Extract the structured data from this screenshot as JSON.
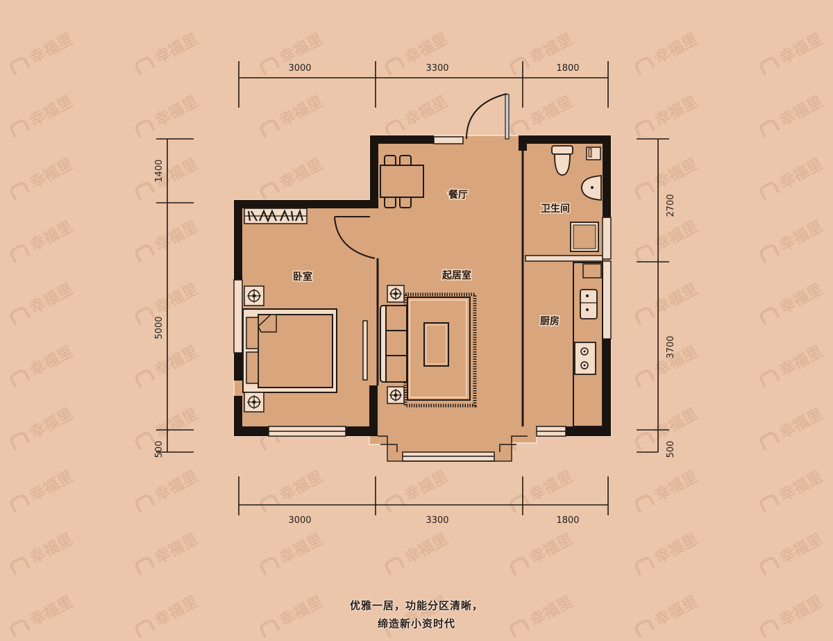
{
  "watermark": "幸福里",
  "colors": {
    "background": "#ecc6aa",
    "floor": "#d9a57c",
    "wall": "#1a1410",
    "line": "#1f1a17",
    "light": "#f3dcc8"
  },
  "dimensions": {
    "top": [
      "3000",
      "3300",
      "1800"
    ],
    "bottom": [
      "3000",
      "3300",
      "1800"
    ],
    "left": [
      "1400",
      "5000",
      "500"
    ],
    "right": [
      "2700",
      "3700",
      "500"
    ]
  },
  "rooms": {
    "dining": "餐厅",
    "bathroom": "卫生间",
    "bedroom": "卧室",
    "living": "起居室",
    "kitchen": "厨房"
  },
  "caption": {
    "line1": "优雅一居，功能分区清晰，",
    "line2": "缔造新小资时代"
  }
}
